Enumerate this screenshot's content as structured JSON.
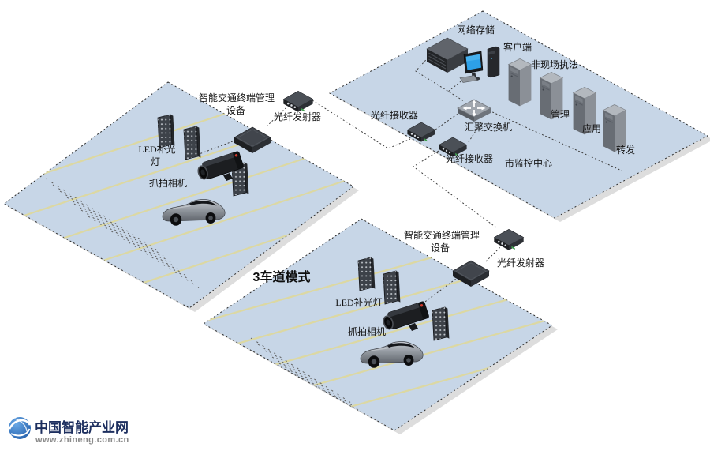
{
  "diagram": {
    "title": "3车道模式",
    "monitoring_center": {
      "name": "市监控中心",
      "network_storage": "网络存储",
      "client": "客户端",
      "offsite_enforcement": "非现场执法",
      "management": "管理",
      "application": "应用",
      "forwarding": "转发",
      "aggregation_switch": "汇聚交换机",
      "fiber_receiver_a": "光纤接收器",
      "fiber_receiver_b": "光纤接收器"
    },
    "lane_unit_a": {
      "terminal_line1": "智能交通终端管理",
      "terminal_line2": "设备",
      "fiber_transmitter": "光纤发射器",
      "led_light_line1": "LED补光",
      "led_light_line2": "灯",
      "camera": "抓拍相机"
    },
    "lane_unit_b": {
      "terminal_line1": "智能交通终端管理",
      "terminal_line2": "设备",
      "fiber_transmitter": "光纤发射器",
      "led_light": "LED补光灯",
      "camera": "抓拍相机"
    }
  },
  "watermark": {
    "site_name": "中国智能产业网",
    "site_url": "www.zhineng.com.cn"
  },
  "colors": {
    "plane_fill": "#c7d6e7",
    "lane_line": "#ddd89e",
    "logo_navy": "#1d2f5f",
    "logo_blue": "#2a6fc0",
    "link_line": "#3c3c3c"
  }
}
